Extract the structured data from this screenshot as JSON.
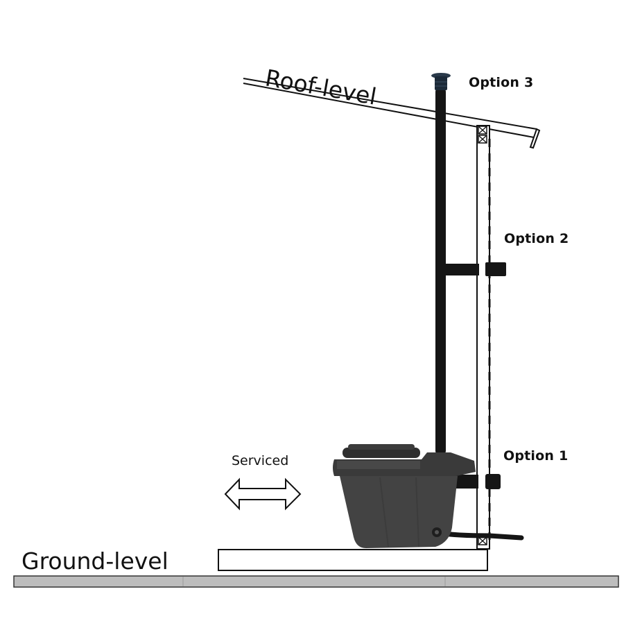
{
  "labels": {
    "roof": "Roof-level",
    "ground": "Ground-level",
    "option1": "Option 1",
    "option2": "Option 2",
    "option3": "Option 3",
    "serviced": "Serviced"
  },
  "colors": {
    "pipe": "#151515",
    "toilet_body": "#434343",
    "toilet_dark": "#2f2f2f",
    "vent_cap": "#2a3a4a",
    "ground_fill": "#bdbdbd",
    "line": "#111111",
    "background": "#ffffff"
  },
  "icons": {
    "double_arrow": "double-arrow-icon",
    "vent_cap": "vent-cap-icon"
  }
}
